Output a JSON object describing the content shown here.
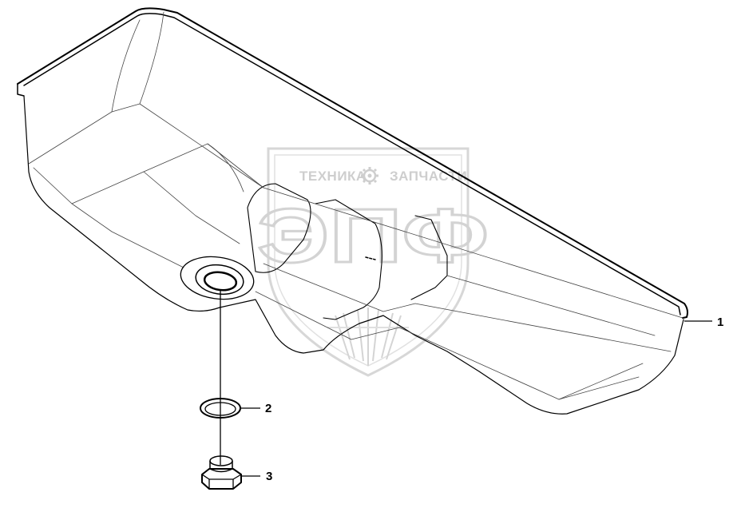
{
  "watermark": {
    "top_left_text": "ТЕХНИКА",
    "top_right_text": "ЗАПЧАСТИ",
    "big_letters": "ЭПФ",
    "gear_icon": "gear-icon",
    "color": "#c9c9c9"
  },
  "callouts": [
    {
      "number": "1",
      "part": "oil-pan"
    },
    {
      "number": "2",
      "part": "sealing-washer"
    },
    {
      "number": "3",
      "part": "drain-plug"
    }
  ],
  "colors": {
    "line": "#000000",
    "thin_line": "#555555",
    "background": "#ffffff"
  }
}
